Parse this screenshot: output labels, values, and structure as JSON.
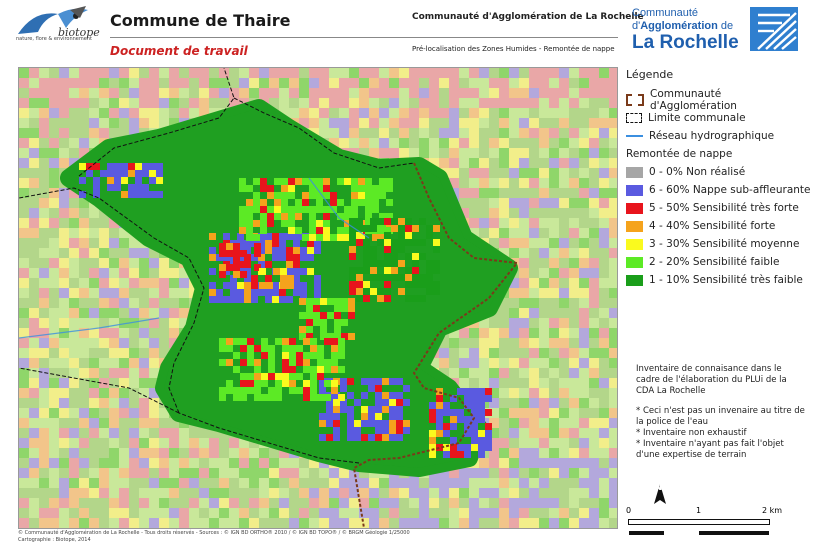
{
  "header": {
    "brand": "biotope",
    "brand_tagline": "nature, flore & environnement",
    "title": "Commune de Thaire",
    "subtitle": "Document de travail",
    "organization": "Communauté d'Agglomération de La Rochelle",
    "map_title": "Pré-localisation des Zones Humides - Remontée de nappe"
  },
  "logo_right": {
    "line1": "Communauté",
    "line2a": "d'",
    "line2b": "Agglomération",
    "line2c": " de",
    "line3": "La Rochelle"
  },
  "legend": {
    "title": "Légende",
    "boundaries": [
      {
        "label": "Communauté d'Agglomération",
        "kind": "agglo"
      },
      {
        "label": "Limite communale",
        "kind": "commune"
      },
      {
        "label": "Réseau hydrographique",
        "kind": "hydro"
      }
    ],
    "section_title": "Remontée de nappe",
    "classes": [
      {
        "label": "0 - 0% Non réalisé",
        "color": "#a6a6a6"
      },
      {
        "label": "6 - 60% Nappe sub-affleurante",
        "color": "#5a5ae0"
      },
      {
        "label": "5 - 50% Sensibilité très forte",
        "color": "#e8141c"
      },
      {
        "label": "4 - 40% Sensibilité forte",
        "color": "#f5a31c"
      },
      {
        "label": "3 - 30% Sensibilité moyenne",
        "color": "#fafa1e"
      },
      {
        "label": "2 - 20% Sensibilité faible",
        "color": "#5cea25"
      },
      {
        "label": "1 - 10% Sensibilité très faible",
        "color": "#1a9e1a"
      }
    ]
  },
  "note": {
    "paragraph1": "Inventaire de connaisance dans le cadre de l'élaboration du PLUi de la CDA La Rochelle",
    "bullets": [
      "* Ceci n'est pas un invenaire au titre de la police de l'eau",
      "* Inventaire non exhaustif",
      "* Inventaire n'ayant pas fait l'objet d'une expertise de terrain"
    ]
  },
  "north_label": "N",
  "scale": {
    "labels": [
      "0",
      "1",
      "2 km"
    ]
  },
  "footer": {
    "line1": "© Communauté d'Agglomération de La Rochelle - Tous droits réservés - Sources : © IGN BD ORTHO® 2010 / © IGN BD TOPO® / © BRGM Géologie 1/25000",
    "line2": "Cartographie : Biotope, 2014"
  },
  "colors": {
    "out_far": "#b3d68a",
    "out_mid": "#c9e89a",
    "out_near": "#8fd66a",
    "out_purple": "#b3a8dc",
    "out_pink": "#e9a7a7",
    "out_orange": "#f2c58a",
    "out_yellow": "#f2ee8a",
    "buffer": "#1f9f21"
  }
}
